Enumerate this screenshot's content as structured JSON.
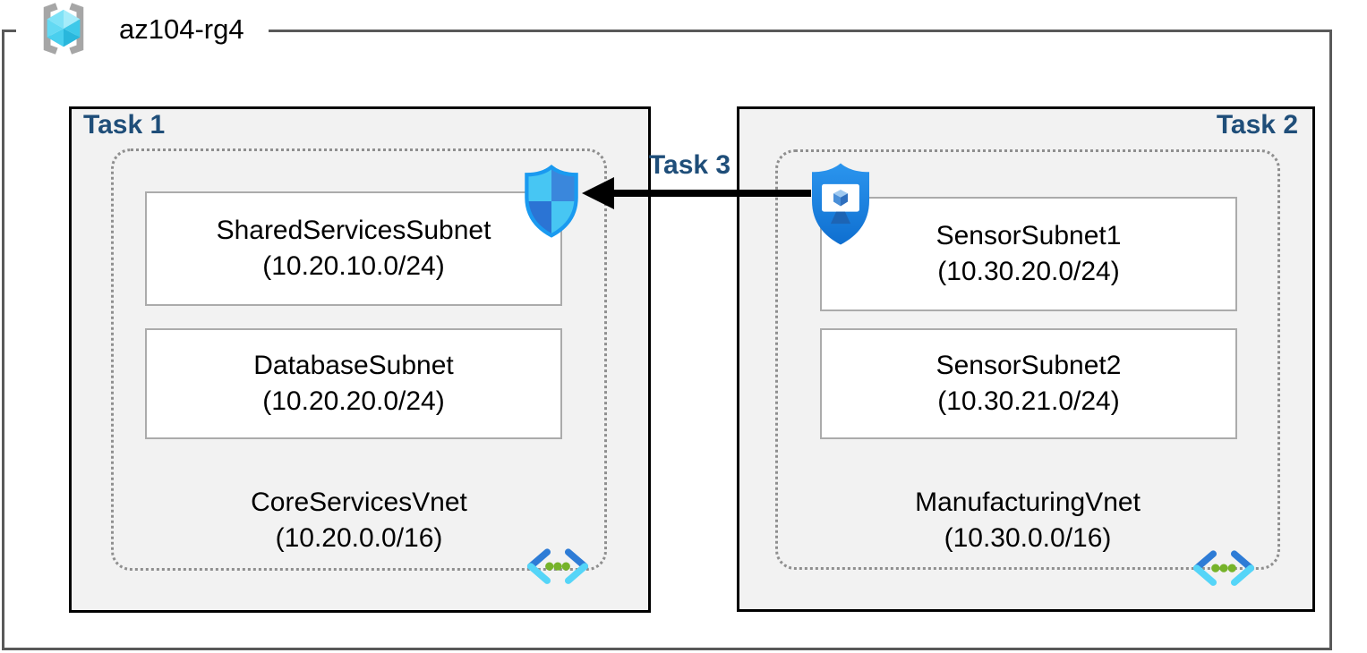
{
  "resource_group": {
    "name": "az104-rg4",
    "icon": "resource-group-cube-icon"
  },
  "task_labels": {
    "task1": "Task 1",
    "task2": "Task 2",
    "task3": "Task 3"
  },
  "vnets": [
    {
      "name": "CoreServicesVnet",
      "cidr": "(10.20.0.0/16)",
      "subnets": [
        {
          "name": "SharedServicesSubnet",
          "cidr": "(10.20.10.0/24)"
        },
        {
          "name": "DatabaseSubnet",
          "cidr": "(10.20.20.0/24)"
        }
      ],
      "corner_icons": [
        "nsg-shield-icon",
        "virtual-network-icon"
      ]
    },
    {
      "name": "ManufacturingVnet",
      "cidr": "(10.30.0.0/16)",
      "subnets": [
        {
          "name": "SensorSubnet1",
          "cidr": "(10.30.20.0/24)"
        },
        {
          "name": "SensorSubnet2",
          "cidr": "(10.30.21.0/24)"
        }
      ],
      "corner_icons": [
        "bastion-shield-icon",
        "virtual-network-icon"
      ]
    }
  ],
  "connection": {
    "label": "Task 3",
    "direction": "right-to-left",
    "style": "solid-black-arrow"
  },
  "colors": {
    "task_label": "#1f4e79",
    "panel_fill": "#f2f2f2",
    "panel_border": "#000000",
    "rg_border": "#595959",
    "dashed_border": "#8f8f8f",
    "subnet_border": "#ababab",
    "arrow": "#000000",
    "azure_blue": "#2e7cd6",
    "azure_cyan": "#4cc8f4",
    "vnet_dot_green": "#76b32a"
  }
}
